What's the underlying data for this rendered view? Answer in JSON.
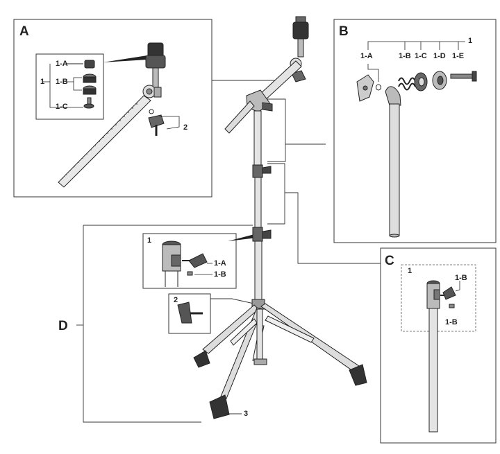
{
  "panels": {
    "a": {
      "letter": "A",
      "labels": {
        "p1": "1",
        "p1a": "1-A",
        "p1b": "1-B",
        "p1c": "1-C",
        "p2": "2"
      }
    },
    "b": {
      "letter": "B",
      "labels": {
        "p1": "1",
        "p1a": "1-A",
        "p1b": "1-B",
        "p1c": "1-C",
        "p1d": "1-D",
        "p1e": "1-E"
      }
    },
    "c": {
      "letter": "C",
      "labels": {
        "p1": "1",
        "p1b": "1-B",
        "p1b2": "1-B"
      }
    },
    "d": {
      "letter": "D",
      "labels": {
        "p1": "1",
        "p1a": "1-A",
        "p1b": "1-B",
        "p2": "2",
        "p3": "3"
      }
    }
  }
}
